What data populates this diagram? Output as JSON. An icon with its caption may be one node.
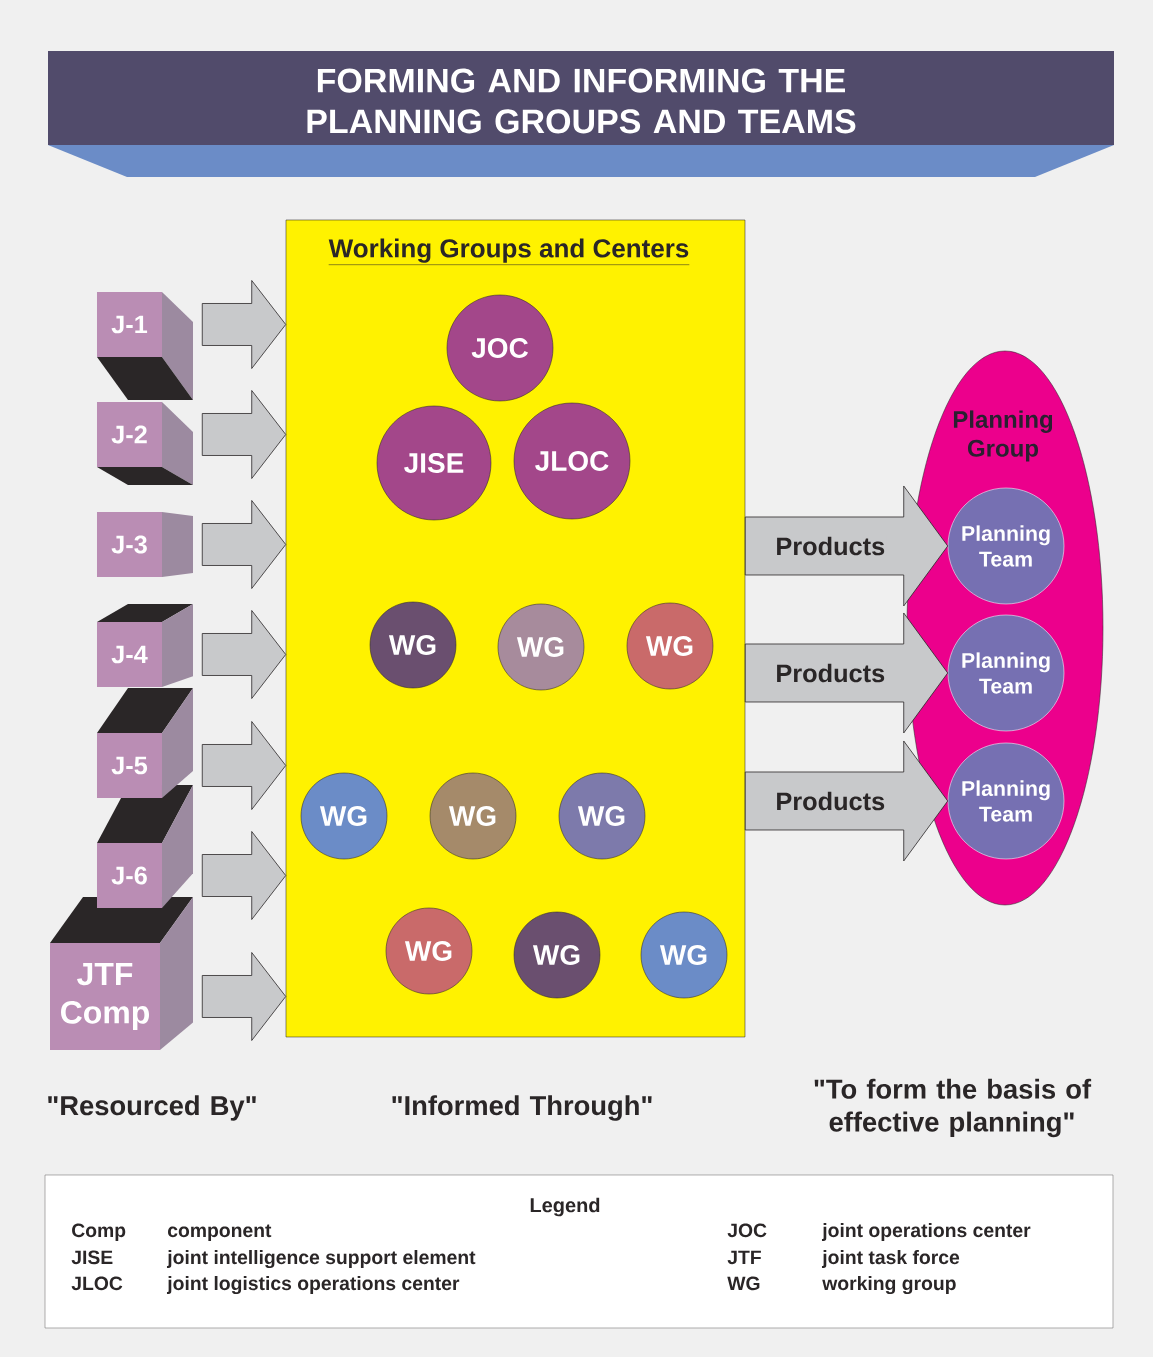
{
  "diagram": {
    "title": "FORMING AND INFORMING THE PLANNING GROUPS AND TEAMS",
    "nodes": [
      {
        "text": [
          "J-1"
        ]
      },
      {
        "text": [
          "J-2"
        ]
      },
      {
        "text": [
          "J-3"
        ]
      },
      {
        "text": [
          "J-4"
        ]
      },
      {
        "text": [
          "J-5"
        ]
      },
      {
        "text": [
          "J-6"
        ]
      },
      {
        "text": [
          "JTF Comp"
        ]
      },
      {
        "text": [
          "Working Groups and Centers"
        ]
      },
      {
        "text": [
          "JOC"
        ],
        "in": 7
      },
      {
        "text": [
          "JISE"
        ],
        "in": 7
      },
      {
        "text": [
          "JLOC"
        ],
        "in": 7
      },
      {
        "text": [
          "WG"
        ],
        "in": 7
      },
      {
        "text": [
          "WG"
        ],
        "in": 7
      },
      {
        "text": [
          "WG"
        ],
        "in": 7
      },
      {
        "text": [
          "WG"
        ],
        "in": 7
      },
      {
        "text": [
          "WG"
        ],
        "in": 7
      },
      {
        "text": [
          "WG"
        ],
        "in": 7
      },
      {
        "text": [
          "WG"
        ],
        "in": 7
      },
      {
        "text": [
          "WG"
        ],
        "in": 7
      },
      {
        "text": [
          "WG"
        ],
        "in": 7
      },
      {
        "text": [
          "Planning Group"
        ]
      },
      {
        "text": [
          "Planning Team"
        ],
        "in": 20
      },
      {
        "text": [
          "Planning Team"
        ],
        "in": 20
      },
      {
        "text": [
          "Planning Team"
        ],
        "in": 20
      }
    ],
    "edges": [
      {
        "from": 0,
        "to": 7,
        "arrow": "to"
      },
      {
        "from": 1,
        "to": 7,
        "arrow": "to"
      },
      {
        "from": 2,
        "to": 7,
        "arrow": "to"
      },
      {
        "from": 3,
        "to": 7,
        "arrow": "to"
      },
      {
        "from": 4,
        "to": 7,
        "arrow": "to"
      },
      {
        "from": 5,
        "to": 7,
        "arrow": "to"
      },
      {
        "from": 6,
        "to": 7,
        "arrow": "to"
      },
      {
        "from": 7,
        "to": 21,
        "arrow": "to",
        "label": "Products"
      },
      {
        "from": 7,
        "to": 22,
        "arrow": "to",
        "label": "Products"
      },
      {
        "from": 7,
        "to": 23,
        "arrow": "to",
        "label": "Products"
      }
    ],
    "labels": [
      "\"Resourced By\"",
      "\"Informed Through\"",
      "\"To form the basis of effective planning\"",
      "Legend",
      "Comp",
      "component",
      "JOC",
      "joint operations center",
      "JISE",
      "joint intelligence support element",
      "JTF",
      "joint task force",
      "JLOC",
      "joint logistics operations center",
      "WG",
      "working group"
    ]
  }
}
